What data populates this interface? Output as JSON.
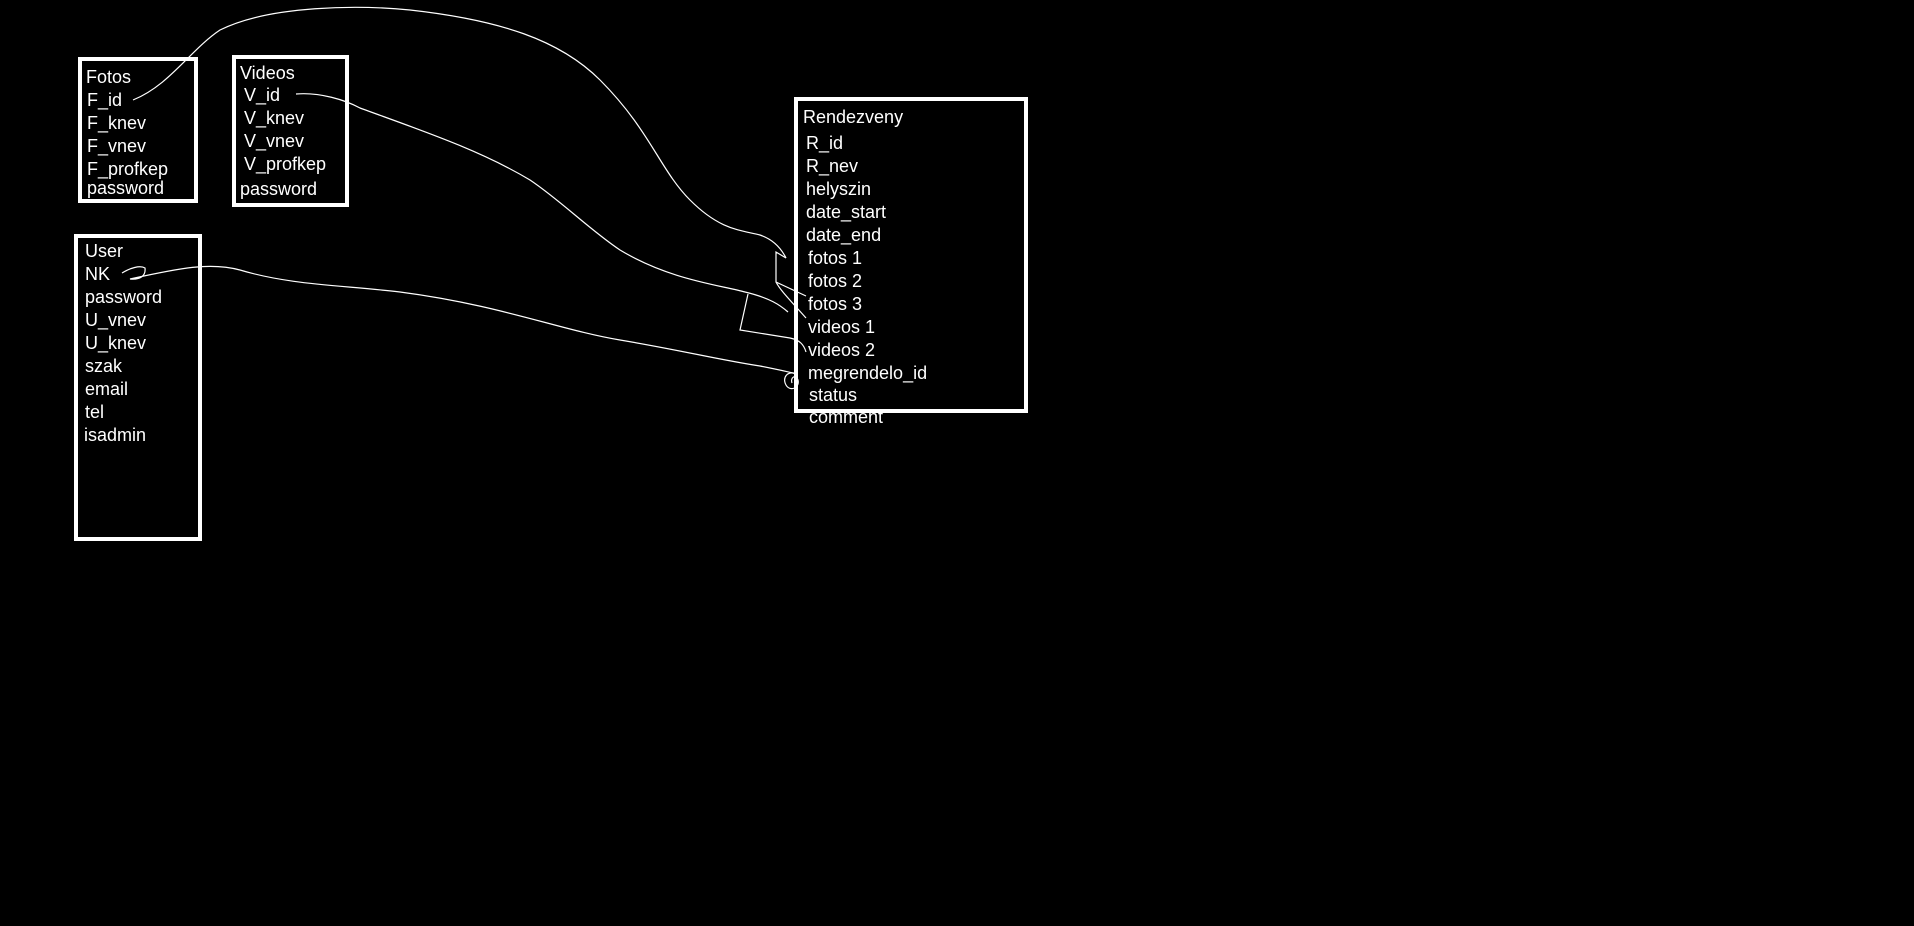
{
  "tables": {
    "fotos": {
      "title": "Fotos",
      "fields": [
        "F_id",
        "F_knev",
        "F_vnev",
        "F_profkep",
        "password"
      ]
    },
    "videos": {
      "title": "Videos",
      "fields": [
        "V_id",
        "V_knev",
        "V_vnev",
        "V_profkep",
        "password"
      ]
    },
    "user": {
      "title": "User",
      "fields": [
        "NK",
        "password",
        "U_vnev",
        "U_knev",
        "szak",
        "email",
        "tel",
        "isadmin"
      ]
    },
    "rendezveny": {
      "title": "Rendezveny",
      "fields": [
        "R_id",
        "R_nev",
        "helyszin",
        "date_start",
        "date_end",
        "fotos 1",
        "fotos 2",
        "fotos 3",
        "videos 1",
        "videos 2",
        "megrendelo_id",
        "status",
        "comment"
      ]
    }
  },
  "colors": {
    "background": "#000000",
    "foreground": "#ffffff"
  }
}
